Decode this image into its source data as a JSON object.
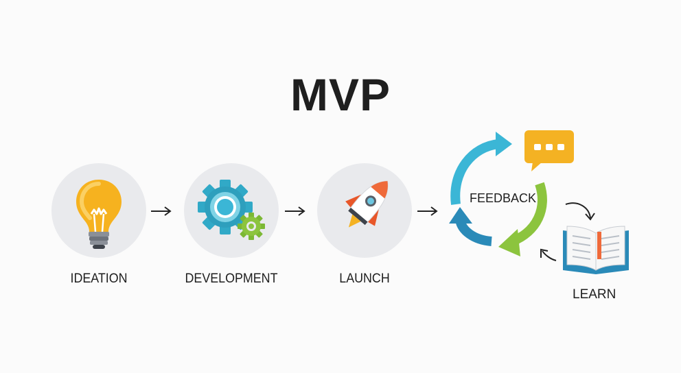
{
  "title": "MVP",
  "stages": [
    {
      "label": "IDEATION",
      "icon": "lightbulb-icon"
    },
    {
      "label": "DEVELOPMENT",
      "icon": "gears-icon"
    },
    {
      "label": "LAUNCH",
      "icon": "rocket-icon"
    }
  ],
  "cycle": {
    "feedback_label": "FEEDBACK",
    "learn_label": "LEARN",
    "icons": [
      "chat-bubble-icon",
      "open-book-icon"
    ]
  },
  "colors": {
    "cyan": "#3bb6d6",
    "green": "#8cc43e",
    "blue": "#2a8ab8",
    "yellow": "#f4b223",
    "orange": "#ef6a3a"
  }
}
